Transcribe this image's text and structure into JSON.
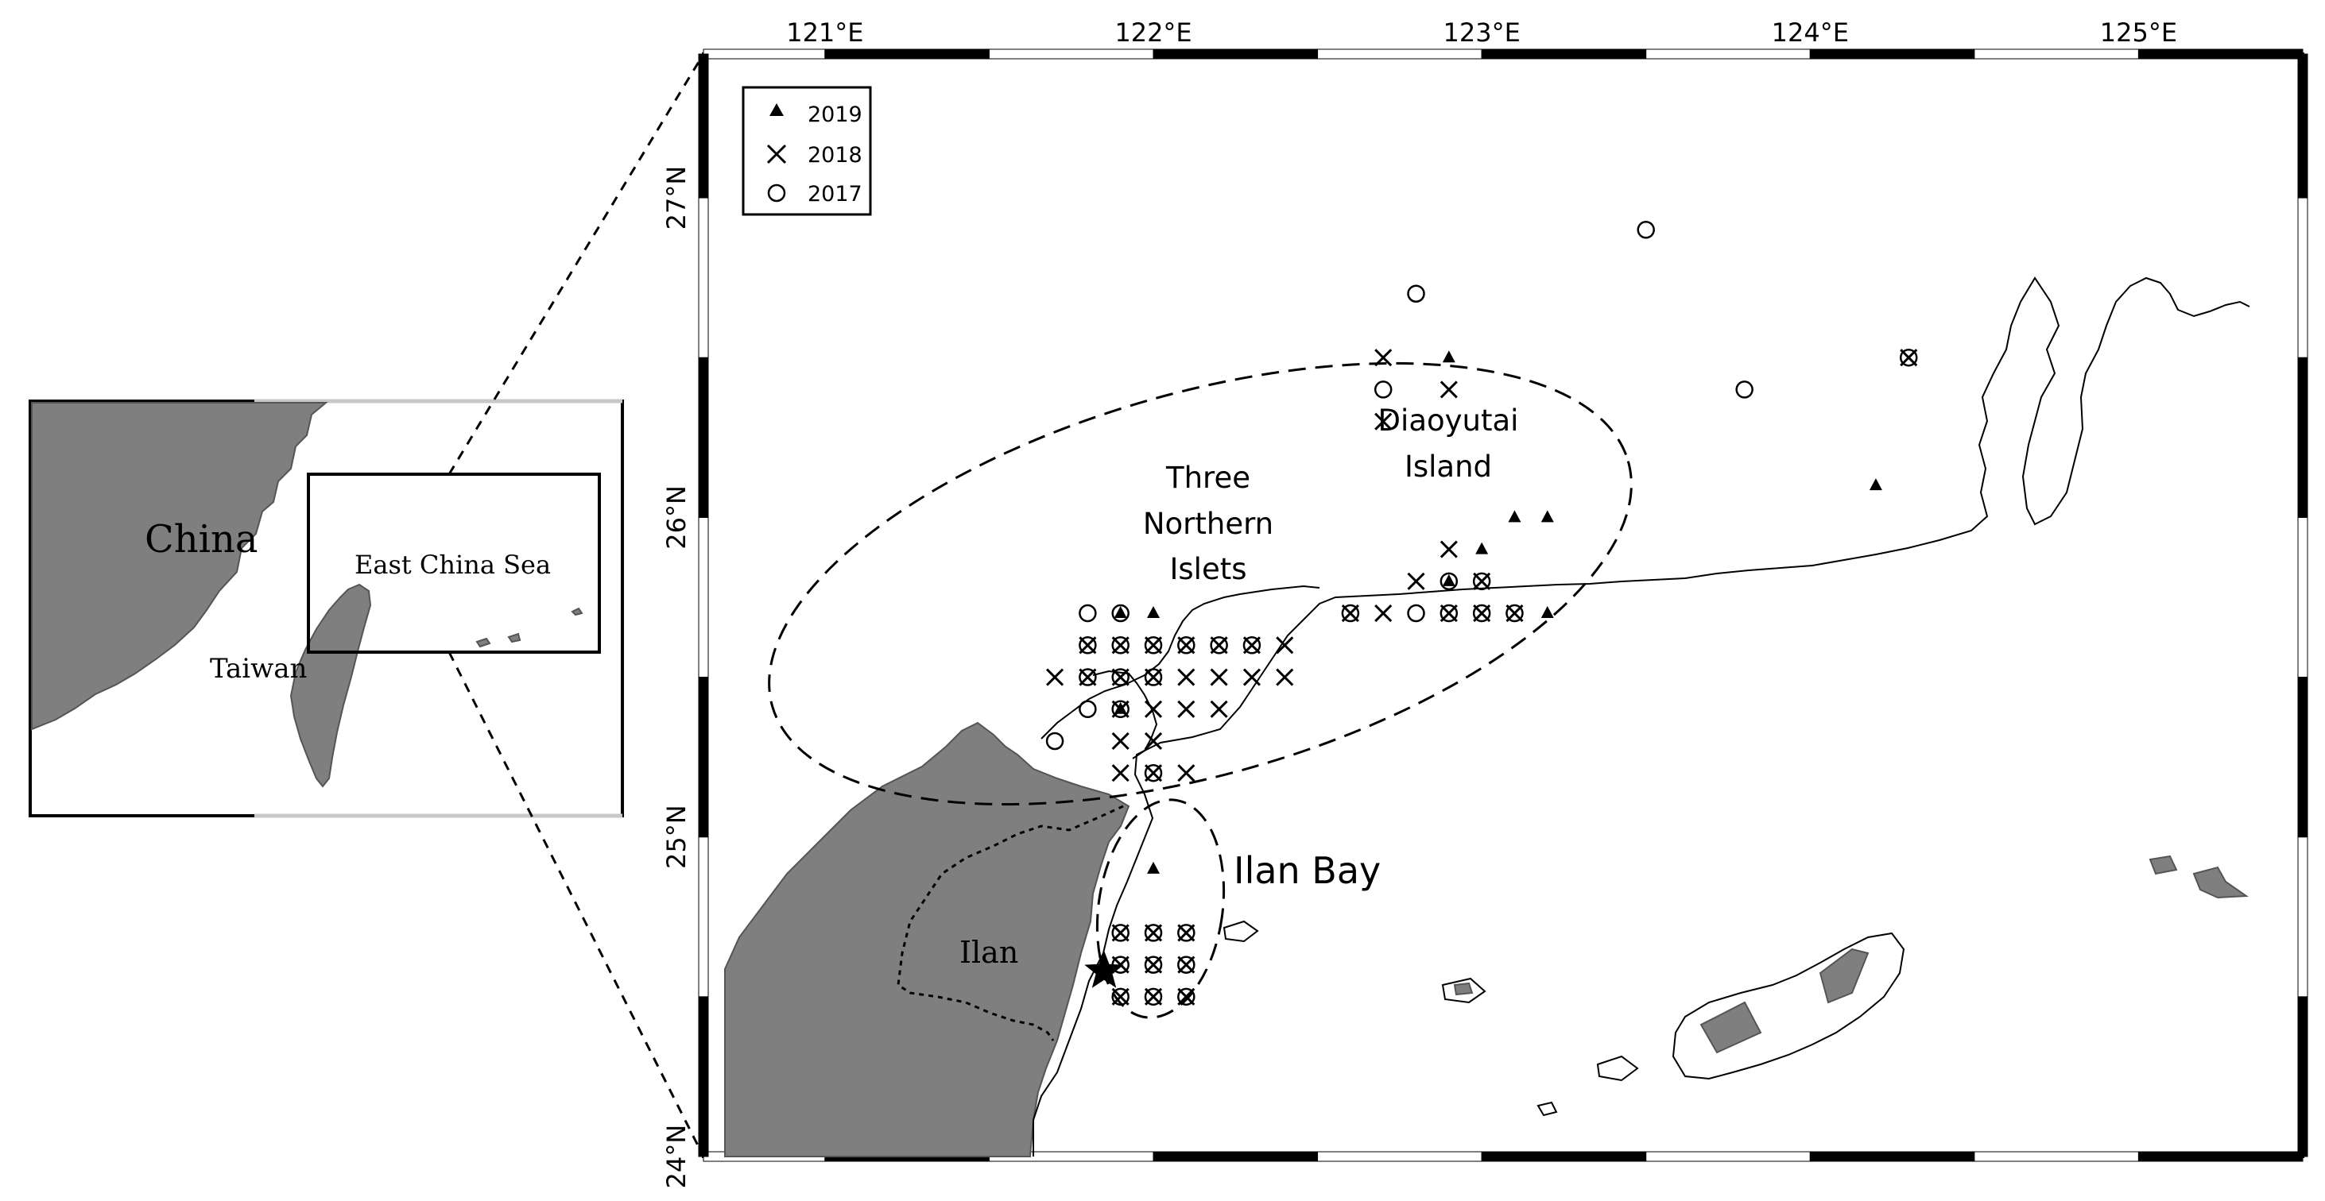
{
  "inset": {
    "labels": {
      "china": "China",
      "taiwan": "Taiwan",
      "sea": "East China Sea"
    }
  },
  "main_map": {
    "lon_ticks": [
      "121°E",
      "122°E",
      "123°E",
      "124°E",
      "125°E"
    ],
    "lon_values": [
      121,
      122,
      123,
      124,
      125
    ],
    "lat_ticks": [
      "27°N",
      "26°N",
      "25°N",
      "24°N"
    ],
    "lat_values": [
      27,
      26,
      25,
      24
    ],
    "lon_range": [
      120.63,
      125.5
    ],
    "lat_range": [
      24.0,
      27.45
    ],
    "legend": {
      "items": [
        {
          "label": "2019",
          "symbol": "triangle"
        },
        {
          "label": "2018",
          "symbol": "cross"
        },
        {
          "label": "2017",
          "symbol": "circle"
        }
      ],
      "position": "top-left"
    },
    "labels": {
      "three_northern_islets": [
        "Three",
        "Northern",
        "Islets"
      ],
      "diaoyutai": [
        "Diaoyutai",
        "Island"
      ],
      "ilan_bay": "Ilan Bay",
      "ilan": "Ilan"
    },
    "colors": {
      "land": "#7f7f7f",
      "line": "#000000",
      "background": "#ffffff"
    }
  },
  "chart_data": {
    "type": "scatter",
    "xlabel": "",
    "ylabel": "",
    "xlim": [
      120.63,
      125.5
    ],
    "ylim": [
      24.0,
      27.45
    ],
    "series": [
      {
        "name": "2019",
        "symbol": "triangle",
        "points": [
          [
            122.9,
            26.5
          ],
          [
            123.1,
            26.0
          ],
          [
            123.2,
            26.0
          ],
          [
            123.0,
            25.9
          ],
          [
            124.2,
            26.1
          ],
          [
            123.2,
            25.7
          ],
          [
            122.0,
            25.7
          ],
          [
            121.9,
            25.7
          ],
          [
            121.9,
            25.4
          ],
          [
            122.9,
            25.8
          ],
          [
            122.0,
            24.9
          ]
        ]
      },
      {
        "name": "2018",
        "symbol": "cross",
        "points": [
          [
            122.7,
            26.5
          ],
          [
            122.9,
            26.4
          ],
          [
            122.7,
            26.3
          ],
          [
            122.9,
            25.9
          ],
          [
            122.8,
            25.8
          ],
          [
            123.0,
            25.8
          ],
          [
            122.6,
            25.7
          ],
          [
            122.7,
            25.7
          ],
          [
            122.9,
            25.7
          ],
          [
            123.0,
            25.7
          ],
          [
            123.1,
            25.7
          ],
          [
            124.3,
            26.5
          ],
          [
            121.8,
            25.6
          ],
          [
            121.9,
            25.6
          ],
          [
            122.0,
            25.6
          ],
          [
            122.1,
            25.6
          ],
          [
            122.2,
            25.6
          ],
          [
            122.3,
            25.6
          ],
          [
            122.4,
            25.6
          ],
          [
            121.7,
            25.5
          ],
          [
            121.8,
            25.5
          ],
          [
            121.9,
            25.5
          ],
          [
            122.0,
            25.5
          ],
          [
            122.1,
            25.5
          ],
          [
            122.2,
            25.5
          ],
          [
            122.3,
            25.5
          ],
          [
            122.4,
            25.5
          ],
          [
            121.9,
            25.4
          ],
          [
            122.0,
            25.4
          ],
          [
            122.1,
            25.4
          ],
          [
            122.2,
            25.4
          ],
          [
            121.9,
            25.3
          ],
          [
            122.0,
            25.3
          ],
          [
            121.9,
            25.2
          ],
          [
            122.0,
            25.2
          ],
          [
            122.1,
            25.2
          ],
          [
            121.9,
            24.7
          ],
          [
            122.0,
            24.7
          ],
          [
            122.1,
            24.7
          ],
          [
            121.9,
            24.6
          ],
          [
            122.0,
            24.6
          ],
          [
            122.1,
            24.6
          ],
          [
            121.9,
            24.5
          ],
          [
            122.0,
            24.5
          ],
          [
            122.1,
            24.5
          ]
        ]
      },
      {
        "name": "2017",
        "symbol": "circle",
        "points": [
          [
            123.5,
            26.9
          ],
          [
            122.8,
            26.7
          ],
          [
            122.7,
            26.4
          ],
          [
            123.8,
            26.4
          ],
          [
            124.3,
            26.5
          ],
          [
            121.8,
            25.7
          ],
          [
            121.9,
            25.7
          ],
          [
            122.6,
            25.7
          ],
          [
            122.8,
            25.7
          ],
          [
            122.9,
            25.7
          ],
          [
            123.0,
            25.7
          ],
          [
            123.1,
            25.7
          ],
          [
            122.9,
            25.8
          ],
          [
            123.0,
            25.8
          ],
          [
            121.8,
            25.6
          ],
          [
            121.9,
            25.6
          ],
          [
            122.0,
            25.6
          ],
          [
            122.1,
            25.6
          ],
          [
            122.2,
            25.6
          ],
          [
            122.3,
            25.6
          ],
          [
            121.8,
            25.5
          ],
          [
            121.9,
            25.5
          ],
          [
            122.0,
            25.5
          ],
          [
            121.8,
            25.4
          ],
          [
            121.9,
            25.4
          ],
          [
            121.7,
            25.3
          ],
          [
            122.0,
            25.2
          ],
          [
            121.9,
            24.7
          ],
          [
            122.0,
            24.7
          ],
          [
            122.1,
            24.7
          ],
          [
            121.9,
            24.6
          ],
          [
            122.0,
            24.6
          ],
          [
            122.1,
            24.6
          ],
          [
            121.9,
            24.5
          ],
          [
            122.0,
            24.5
          ],
          [
            122.1,
            24.5
          ]
        ]
      }
    ],
    "annotations": [
      "Three Northern Islets",
      "Diaoyutai Island",
      "Ilan Bay",
      "Ilan"
    ],
    "marker": {
      "symbol": "star",
      "lon": 121.85,
      "lat": 24.58
    }
  }
}
